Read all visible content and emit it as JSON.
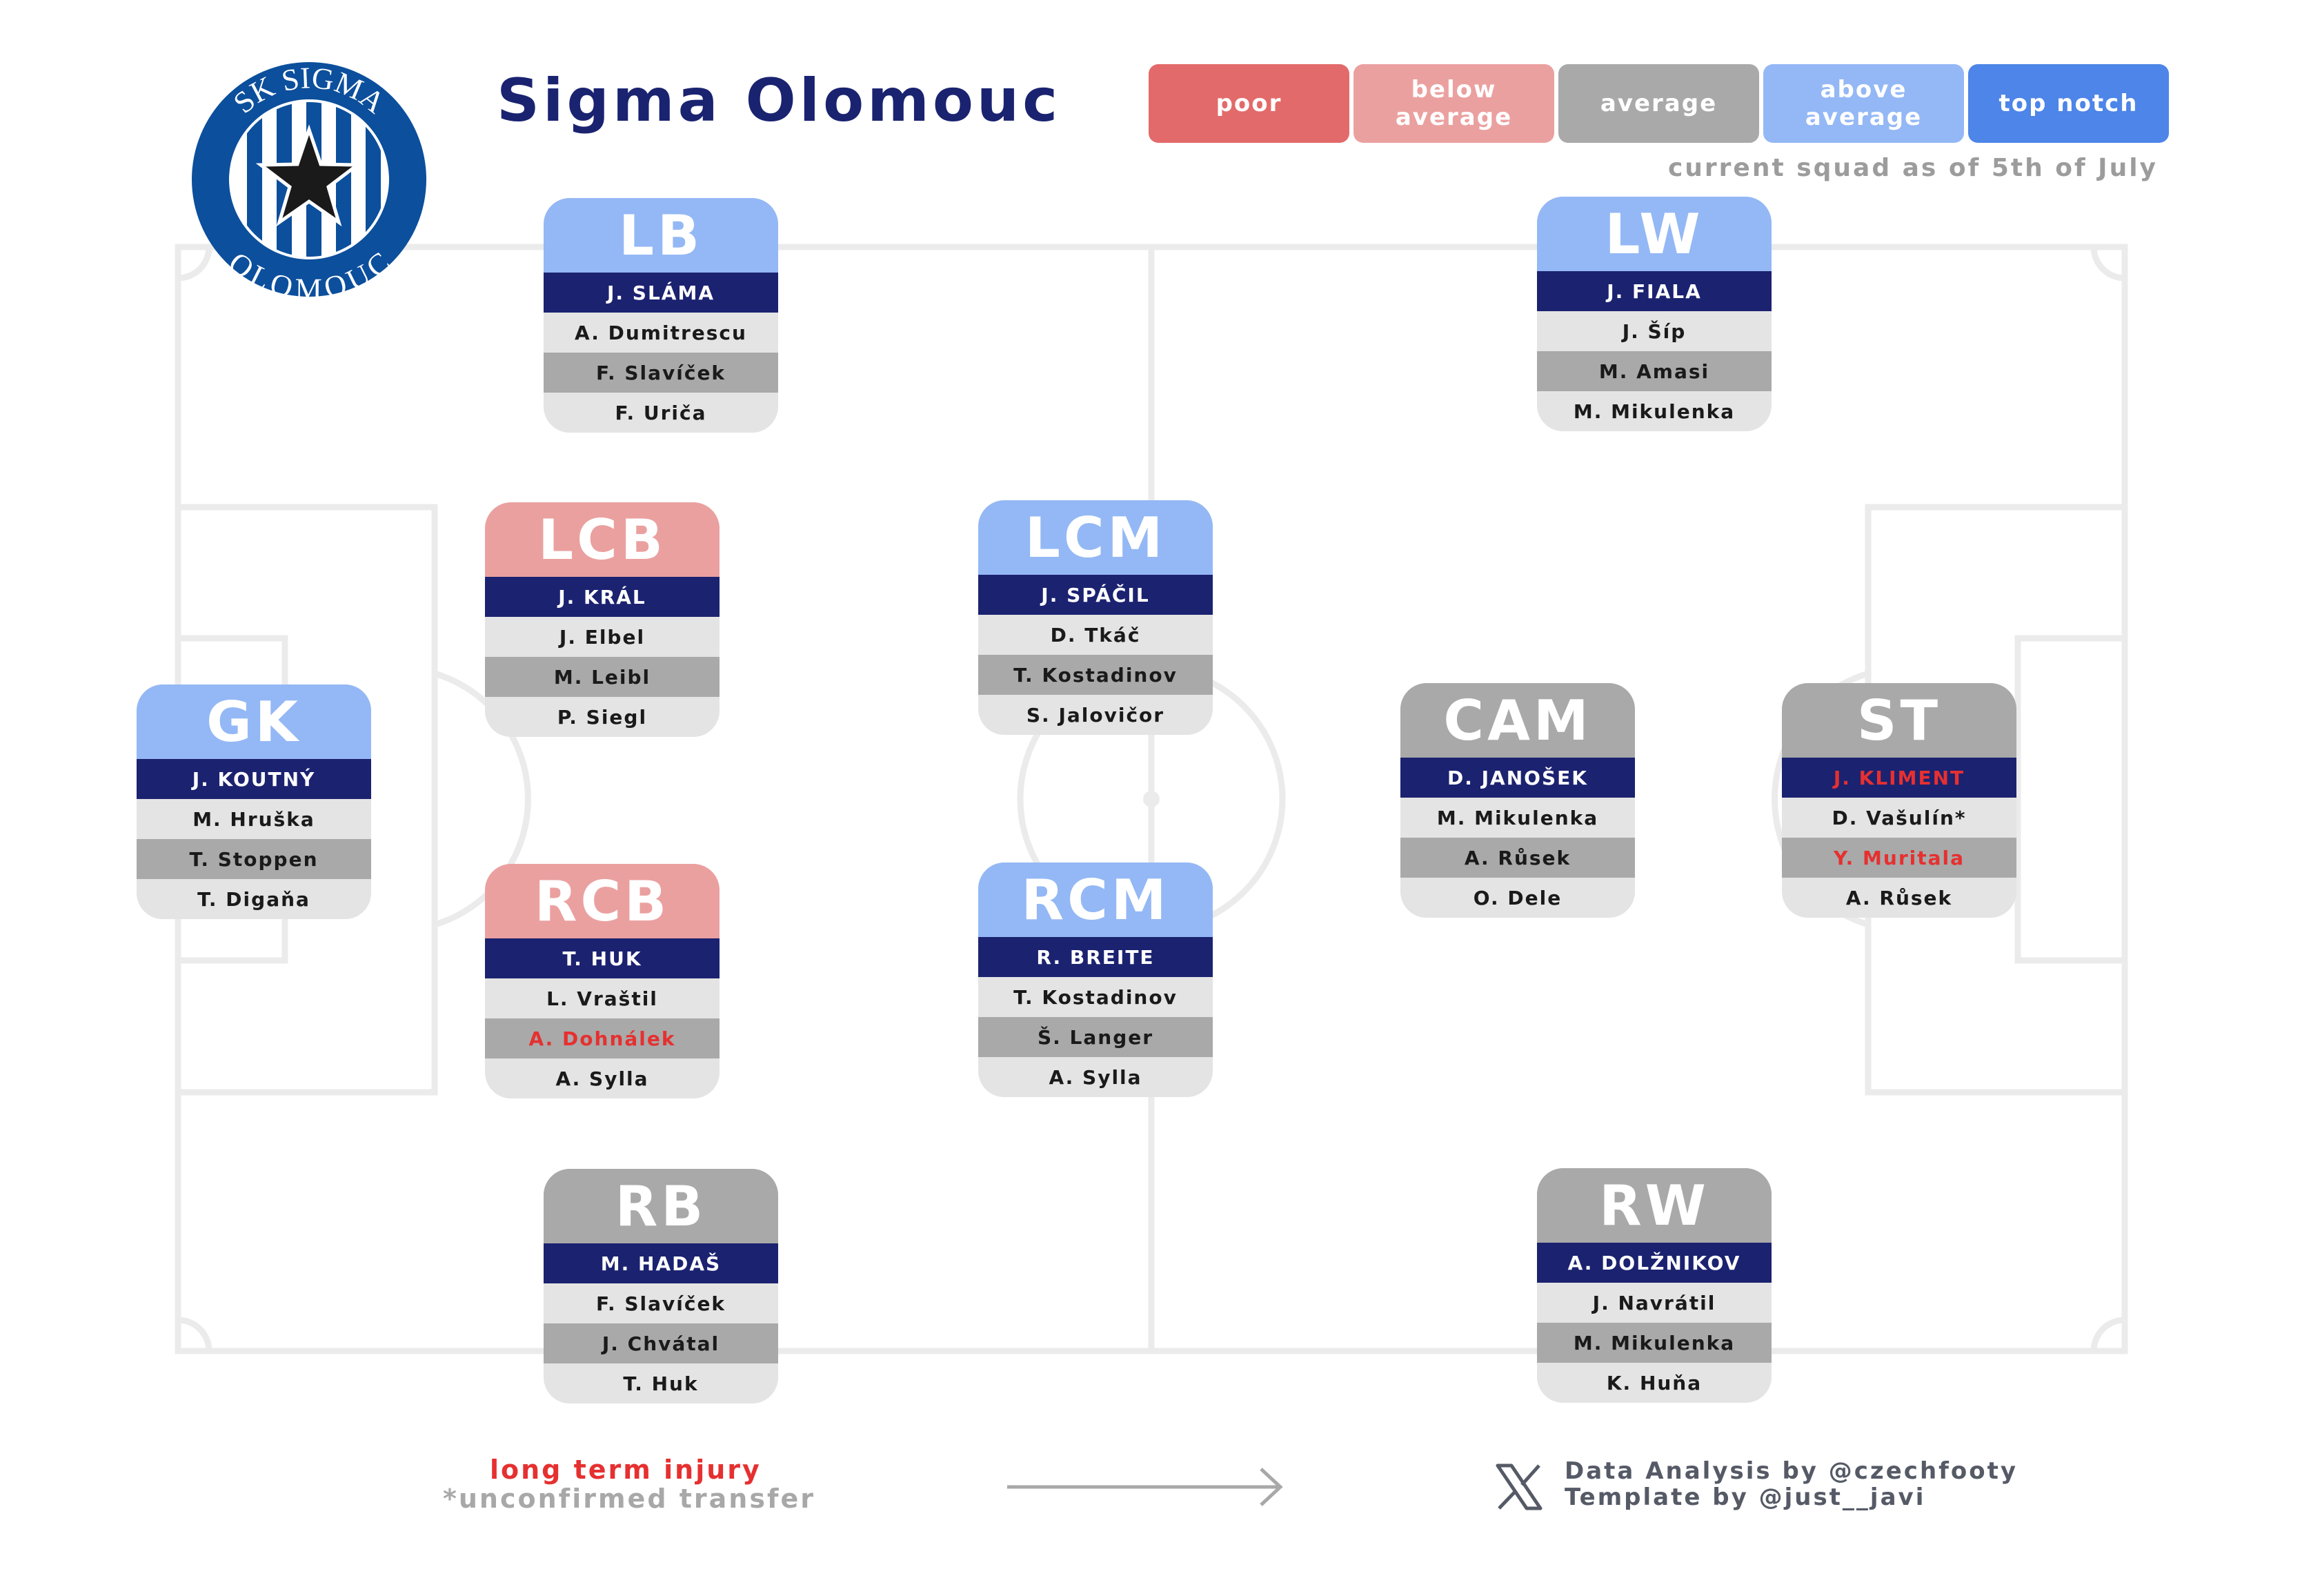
{
  "header": {
    "team_name": "Sigma Olomouc",
    "squad_date": "current squad as of 5th of July",
    "logo": {
      "top_text": "SK SIGMA",
      "bottom_text": "OLOMOUC",
      "icon": "star-icon",
      "color": "#0c4f9c"
    }
  },
  "legend": [
    {
      "label": "poor",
      "color": "#e36a6a"
    },
    {
      "label": "below\naverage",
      "color": "#eba0a0"
    },
    {
      "label": "average",
      "color": "#a9a9a9"
    },
    {
      "label": "above\naverage",
      "color": "#94b8f5"
    },
    {
      "label": "top notch",
      "color": "#4d85e8"
    }
  ],
  "colors": {
    "starter_row": "#1b2270",
    "alt_row_light": "#e4e4e4",
    "alt_row_dark": "#a9a9a9",
    "injury": "#e63030",
    "pitch_lines": "#ebebeb"
  },
  "positions": {
    "gk": {
      "label": "GK",
      "rating": "above average",
      "players": [
        "J. KOUTNÝ",
        "M. Hruška",
        "T. Stoppen",
        "T. Digaňa"
      ]
    },
    "lb": {
      "label": "LB",
      "rating": "above average",
      "players": [
        "J. SLÁMA",
        "A. Dumitrescu",
        "F. Slavíček",
        "F. Uriča"
      ]
    },
    "lcb": {
      "label": "LCB",
      "rating": "below average",
      "players": [
        "J. KRÁL",
        "J. Elbel",
        "M. Leibl",
        "P. Siegl"
      ]
    },
    "rcb": {
      "label": "RCB",
      "rating": "below average",
      "players": [
        "T. HUK",
        "L. Vraštil",
        "A. Dohnálek",
        "A. Sylla"
      ]
    },
    "rb": {
      "label": "RB",
      "rating": "average",
      "players": [
        "M. HADAŠ",
        "F. Slavíček",
        "J. Chvátal",
        "T. Huk"
      ]
    },
    "lcm": {
      "label": "LCM",
      "rating": "above average",
      "players": [
        "J. SPÁČIL",
        "D. Tkáč",
        "T. Kostadinov",
        "S. Jalovičor"
      ]
    },
    "rcm": {
      "label": "RCM",
      "rating": "above average",
      "players": [
        "R. BREITE",
        "T. Kostadinov",
        "Š. Langer",
        "A. Sylla"
      ]
    },
    "lw": {
      "label": "LW",
      "rating": "above average",
      "players": [
        "J. FIALA",
        "J. Šíp",
        "M. Amasi",
        "M. Mikulenka"
      ]
    },
    "cam": {
      "label": "CAM",
      "rating": "average",
      "players": [
        "D. JANOŠEK",
        "M. Mikulenka",
        "A. Růsek",
        "O. Dele"
      ]
    },
    "st": {
      "label": "ST",
      "rating": "average",
      "players": [
        "J. KLIMENT",
        "D. Vašulín*",
        "Y. Muritala",
        "A. Růsek"
      ]
    },
    "rw": {
      "label": "RW",
      "rating": "average",
      "players": [
        "A. DOLŽNIKOV",
        "J. Navrátil",
        "M. Mikulenka",
        "K. Huňa"
      ]
    }
  },
  "injured_players": [
    "J. KLIMENT",
    "Y. Muritala",
    "A. Dohnálek"
  ],
  "footer": {
    "injury_note": "long term injury",
    "transfer_note": "*unconfirmed transfer",
    "credit_data": "Data Analysis by @czechfooty",
    "credit_template": "Template by @just__javi",
    "icons": [
      "x-logo-icon",
      "arrow-right-icon"
    ]
  }
}
